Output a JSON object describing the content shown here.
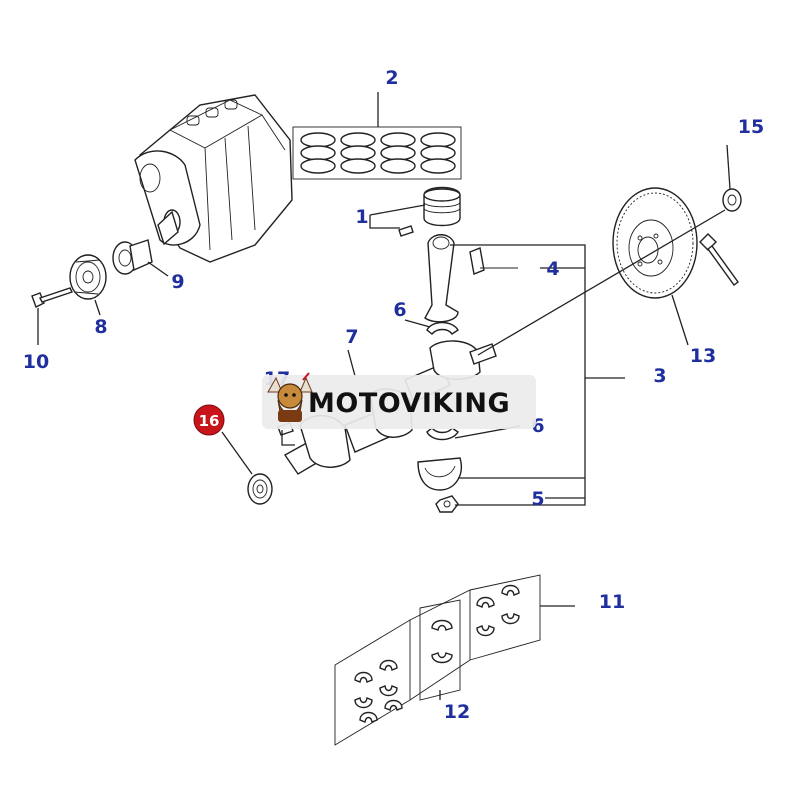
{
  "colors": {
    "label": "#1f2f9e",
    "highlight_badge": "#c8151b",
    "line": "#222222",
    "watermark_bg": "#ececec"
  },
  "watermark": {
    "text": "MOTOVIKING",
    "logo_icon": "viking-mascot-icon"
  },
  "labels": {
    "p1": "1",
    "p2": "2",
    "p3": "3",
    "p4": "4",
    "p5": "5",
    "p6a": "6",
    "p6b": "6",
    "p7": "7",
    "p8": "8",
    "p9": "9",
    "p10": "10",
    "p11": "11",
    "p12": "12",
    "p13": "13",
    "p15": "15",
    "p16": "16",
    "p17": "17"
  }
}
